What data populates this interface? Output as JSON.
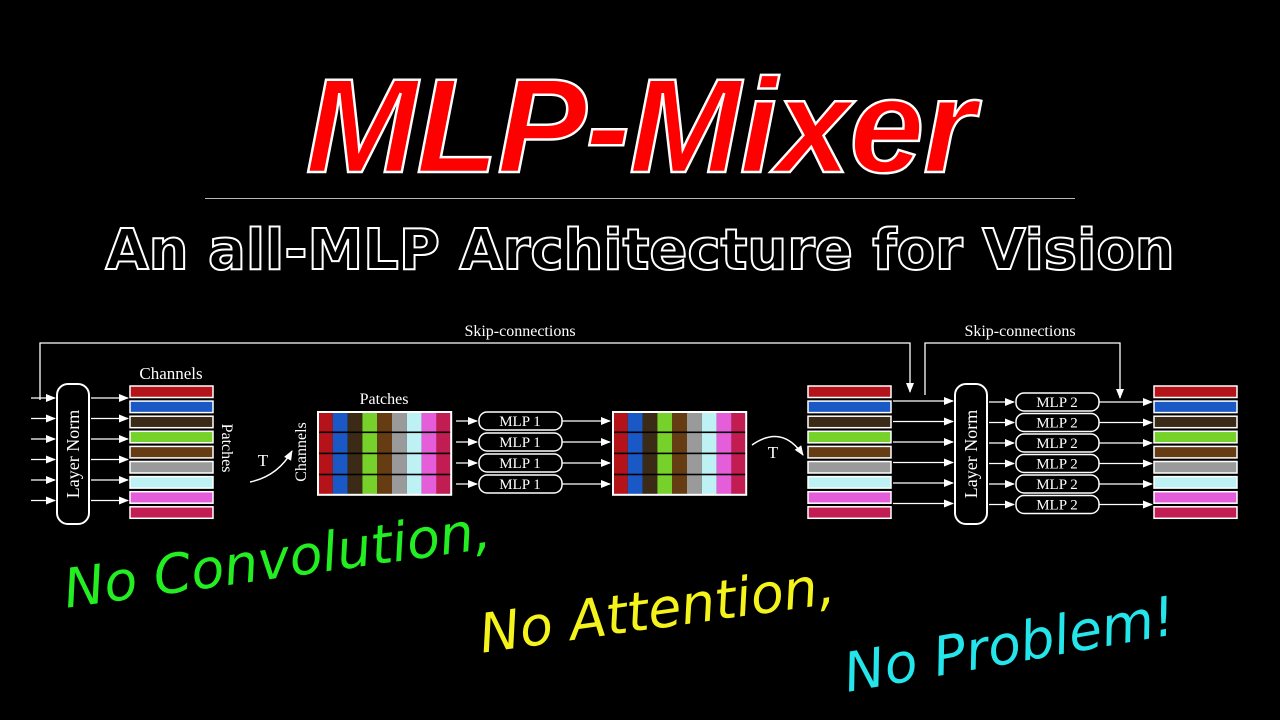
{
  "title": "MLP-Mixer",
  "subtitle": "An all-MLP Architecture for Vision",
  "diagram": {
    "skip_label": "Skip-connections",
    "channels_label": "Channels",
    "patches_label": "Patches",
    "layer_norm_label": "Layer Norm",
    "transpose_label": "T",
    "mlp1_label": "MLP 1",
    "mlp2_label": "MLP 2",
    "channel_colors": [
      "#b41419",
      "#1a59c5",
      "#3a2a16",
      "#76d12a",
      "#663d12",
      "#9a9a9a",
      "#bdf1f4",
      "#e45ed9",
      "#c21d52"
    ]
  },
  "taglines": [
    {
      "text": "No Convolution,",
      "color": "#22ee22"
    },
    {
      "text": "No Attention,",
      "color": "#f4f41c"
    },
    {
      "text": "No Problem!",
      "color": "#23e5ea"
    }
  ]
}
